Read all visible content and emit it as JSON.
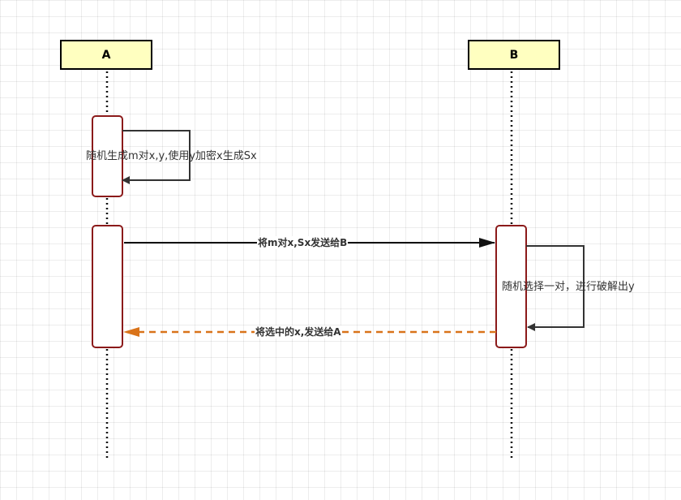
{
  "participants": {
    "a": "A",
    "b": "B"
  },
  "messages": {
    "self_a": "随机生成m对x,y,使用y加密x生成Sx",
    "a_to_b": "将m对x,Sx发送给B",
    "self_b": "随机选择一对，进行破解出y",
    "b_to_a": "将选中的x,发送给A"
  },
  "colors": {
    "participant_fill": "#ffffc0",
    "activation_border": "#8b1a1a",
    "return_arrow": "#d9731a",
    "line": "#333333"
  }
}
